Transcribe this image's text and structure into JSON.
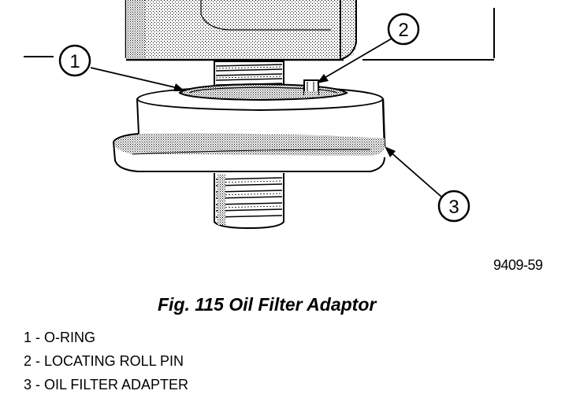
{
  "figure": {
    "code": "9409-59",
    "caption": "Fig. 115 Oil Filter Adaptor",
    "callouts": [
      "1",
      "2",
      "3"
    ],
    "legend": [
      "1 - O-RING",
      "2 - LOCATING ROLL PIN",
      "3 - OIL FILTER ADAPTER"
    ]
  }
}
